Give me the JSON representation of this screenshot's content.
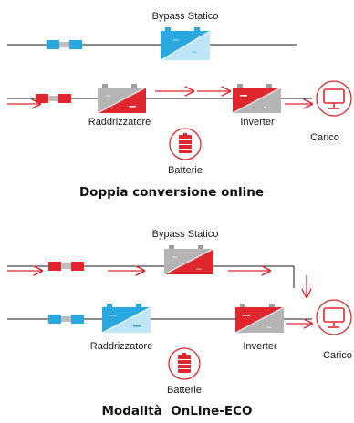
{
  "colors": {
    "accent_red": "#e0262e",
    "accent_blue": "#29a8e0",
    "light_blue": "#bfe6f7",
    "gray": "#9e9e9e",
    "line": "#1a1a1a"
  },
  "panels": [
    {
      "bypass_label": "Bypass Statico",
      "rectifier_label": "Raddrizzatore",
      "inverter_label": "Inverter",
      "load_label": "Carico",
      "battery_label": "Batterie",
      "title": "Doppia conversione online"
    },
    {
      "bypass_label": "Bypass Statico",
      "rectifier_label": "Raddrizzatore",
      "inverter_label": "Inverter",
      "load_label": "Carico",
      "battery_label": "Batterie",
      "title": "Modalità  OnLine-ECO"
    }
  ]
}
